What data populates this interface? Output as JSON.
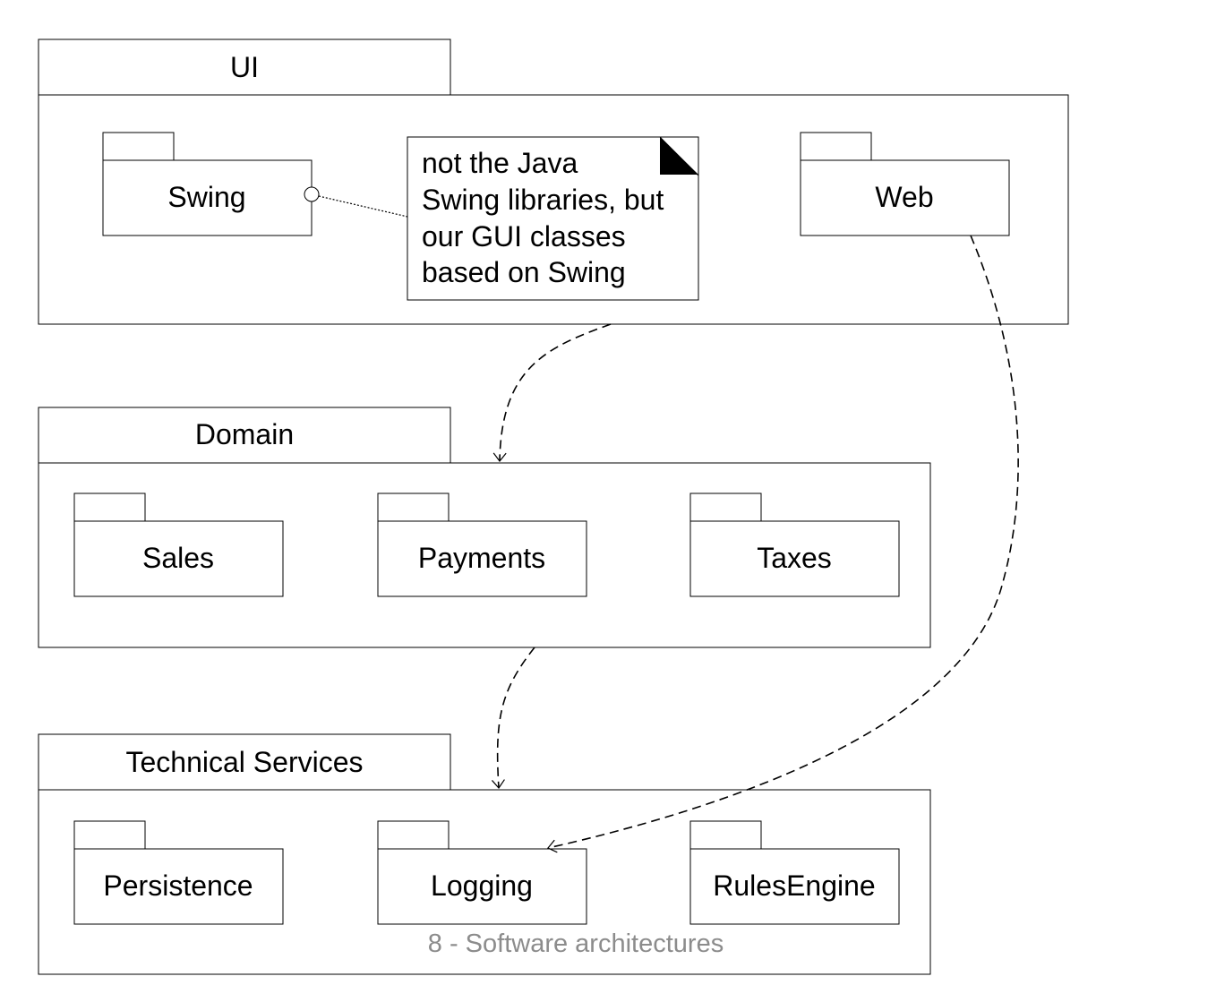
{
  "layers": {
    "ui": {
      "title": "UI"
    },
    "domain": {
      "title": "Domain"
    },
    "technical_services": {
      "title": "Technical Services"
    }
  },
  "packages": {
    "swing": "Swing",
    "web": "Web",
    "sales": "Sales",
    "payments": "Payments",
    "taxes": "Taxes",
    "persistence": "Persistence",
    "logging": "Logging",
    "rules_engine": "RulesEngine"
  },
  "note": {
    "lines": [
      "not the Java",
      "Swing libraries, but",
      "our GUI classes",
      "based on Swing"
    ]
  },
  "footer": "8 - Software architectures",
  "colors": {
    "line": "#000000",
    "footer": "#8c8c8c",
    "note_corner": "#000000"
  }
}
